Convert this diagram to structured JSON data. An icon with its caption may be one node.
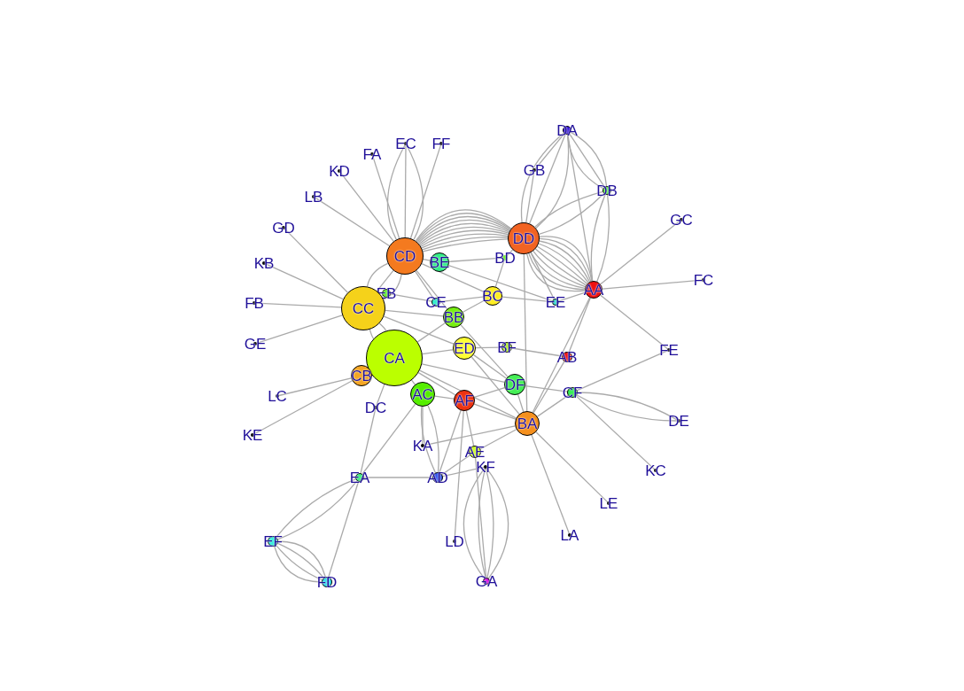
{
  "diagram": {
    "nodes": [
      {
        "text": [
          "DA"
        ]
      },
      {
        "text": [
          "EC"
        ]
      },
      {
        "text": [
          "FF"
        ]
      },
      {
        "text": [
          "FA"
        ]
      },
      {
        "text": [
          "GB"
        ]
      },
      {
        "text": [
          "KD"
        ]
      },
      {
        "text": [
          "DB"
        ]
      },
      {
        "text": [
          "LB"
        ]
      },
      {
        "text": [
          "GC"
        ]
      },
      {
        "text": [
          "GD"
        ]
      },
      {
        "text": [
          "CD"
        ]
      },
      {
        "text": [
          "DD"
        ]
      },
      {
        "text": [
          "BD"
        ]
      },
      {
        "text": [
          "BE"
        ]
      },
      {
        "text": [
          "KB"
        ]
      },
      {
        "text": [
          "AA"
        ]
      },
      {
        "text": [
          "FC"
        ]
      },
      {
        "text": [
          "EB"
        ]
      },
      {
        "text": [
          "CE"
        ]
      },
      {
        "text": [
          "EE"
        ]
      },
      {
        "text": [
          "BC"
        ]
      },
      {
        "text": [
          "FB"
        ]
      },
      {
        "text": [
          "CC"
        ]
      },
      {
        "text": [
          "BB"
        ]
      },
      {
        "text": [
          "GE"
        ]
      },
      {
        "text": [
          "ED"
        ]
      },
      {
        "text": [
          "BF"
        ]
      },
      {
        "text": [
          "FE"
        ]
      },
      {
        "text": [
          "AB"
        ]
      },
      {
        "text": [
          "CA"
        ]
      },
      {
        "text": [
          "CB"
        ]
      },
      {
        "text": [
          "DF"
        ]
      },
      {
        "text": [
          "AC"
        ]
      },
      {
        "text": [
          "CF"
        ]
      },
      {
        "text": [
          "LC"
        ]
      },
      {
        "text": [
          "AF"
        ]
      },
      {
        "text": [
          "DC"
        ]
      },
      {
        "text": [
          "DE"
        ]
      },
      {
        "text": [
          "BA"
        ]
      },
      {
        "text": [
          "KE"
        ]
      },
      {
        "text": [
          "KA"
        ]
      },
      {
        "text": [
          "AE"
        ]
      },
      {
        "text": [
          "KF"
        ]
      },
      {
        "text": [
          "KC"
        ]
      },
      {
        "text": [
          "EA"
        ]
      },
      {
        "text": [
          "AD"
        ]
      },
      {
        "text": [
          "LE"
        ]
      },
      {
        "text": [
          "LA"
        ]
      },
      {
        "text": [
          "EF"
        ]
      },
      {
        "text": [
          "LD"
        ]
      },
      {
        "text": [
          "GA"
        ]
      },
      {
        "text": [
          "FD"
        ]
      }
    ],
    "edges": [
      {
        "from": 3,
        "to": 10,
        "arrow": "none"
      },
      {
        "from": 1,
        "to": 10,
        "arrow": "none"
      },
      {
        "from": 1,
        "to": 10,
        "arrow": "none"
      },
      {
        "from": 1,
        "to": 10,
        "arrow": "none"
      },
      {
        "from": 2,
        "to": 10,
        "arrow": "none"
      },
      {
        "from": 5,
        "to": 10,
        "arrow": "none"
      },
      {
        "from": 7,
        "to": 10,
        "arrow": "none"
      },
      {
        "from": 9,
        "to": 22,
        "arrow": "none"
      },
      {
        "from": 14,
        "to": 22,
        "arrow": "none"
      },
      {
        "from": 21,
        "to": 22,
        "arrow": "none"
      },
      {
        "from": 24,
        "to": 22,
        "arrow": "none"
      },
      {
        "from": 34,
        "to": 30,
        "arrow": "none"
      },
      {
        "from": 39,
        "to": 30,
        "arrow": "none"
      },
      {
        "from": 36,
        "to": 29,
        "arrow": "none"
      },
      {
        "from": 44,
        "to": 36,
        "arrow": "none"
      },
      {
        "from": 44,
        "to": 32,
        "arrow": "none"
      },
      {
        "from": 44,
        "to": 45,
        "arrow": "none"
      },
      {
        "from": 44,
        "to": 48,
        "arrow": "none"
      },
      {
        "from": 44,
        "to": 48,
        "arrow": "none"
      },
      {
        "from": 44,
        "to": 51,
        "arrow": "none"
      },
      {
        "from": 48,
        "to": 51,
        "arrow": "none"
      },
      {
        "from": 48,
        "to": 51,
        "arrow": "none"
      },
      {
        "from": 48,
        "to": 51,
        "arrow": "none"
      },
      {
        "from": 48,
        "to": 51,
        "arrow": "none"
      },
      {
        "from": 45,
        "to": 32,
        "arrow": "none"
      },
      {
        "from": 45,
        "to": 32,
        "arrow": "none"
      },
      {
        "from": 45,
        "to": 35,
        "arrow": "none"
      },
      {
        "from": 45,
        "to": 41,
        "arrow": "none"
      },
      {
        "from": 45,
        "to": 42,
        "arrow": "none"
      },
      {
        "from": 40,
        "to": 32,
        "arrow": "none"
      },
      {
        "from": 40,
        "to": 38,
        "arrow": "none"
      },
      {
        "from": 50,
        "to": 42,
        "arrow": "none"
      },
      {
        "from": 50,
        "to": 42,
        "arrow": "none"
      },
      {
        "from": 50,
        "to": 42,
        "arrow": "none"
      },
      {
        "from": 50,
        "to": 42,
        "arrow": "none"
      },
      {
        "from": 50,
        "to": 41,
        "arrow": "none"
      },
      {
        "from": 49,
        "to": 35,
        "arrow": "none"
      },
      {
        "from": 47,
        "to": 38,
        "arrow": "none"
      },
      {
        "from": 46,
        "to": 38,
        "arrow": "none"
      },
      {
        "from": 43,
        "to": 33,
        "arrow": "none"
      },
      {
        "from": 37,
        "to": 33,
        "arrow": "none"
      },
      {
        "from": 37,
        "to": 33,
        "arrow": "none"
      },
      {
        "from": 27,
        "to": 15,
        "arrow": "none"
      },
      {
        "from": 27,
        "to": 33,
        "arrow": "none"
      },
      {
        "from": 16,
        "to": 15,
        "arrow": "none"
      },
      {
        "from": 8,
        "to": 15,
        "arrow": "none"
      },
      {
        "from": 6,
        "to": 15,
        "arrow": "none"
      },
      {
        "from": 6,
        "to": 15,
        "arrow": "none"
      },
      {
        "from": 0,
        "to": 6,
        "arrow": "none"
      },
      {
        "from": 0,
        "to": 6,
        "arrow": "none"
      },
      {
        "from": 0,
        "to": 6,
        "arrow": "none"
      },
      {
        "from": 0,
        "to": 11,
        "arrow": "none"
      },
      {
        "from": 0,
        "to": 11,
        "arrow": "none"
      },
      {
        "from": 0,
        "to": 11,
        "arrow": "none"
      },
      {
        "from": 4,
        "to": 11,
        "arrow": "none"
      },
      {
        "from": 0,
        "to": 4,
        "arrow": "none"
      },
      {
        "from": 6,
        "to": 11,
        "arrow": "none"
      },
      {
        "from": 6,
        "to": 11,
        "arrow": "none"
      },
      {
        "from": 0,
        "to": 15,
        "arrow": "none"
      },
      {
        "from": 11,
        "to": 15,
        "arrow": "none"
      },
      {
        "from": 11,
        "to": 15,
        "arrow": "none"
      },
      {
        "from": 11,
        "to": 15,
        "arrow": "none"
      },
      {
        "from": 11,
        "to": 15,
        "arrow": "none"
      },
      {
        "from": 11,
        "to": 15,
        "arrow": "none"
      },
      {
        "from": 11,
        "to": 15,
        "arrow": "none"
      },
      {
        "from": 11,
        "to": 15,
        "arrow": "none"
      },
      {
        "from": 11,
        "to": 15,
        "arrow": "none"
      },
      {
        "from": 11,
        "to": 15,
        "arrow": "none"
      },
      {
        "from": 11,
        "to": 15,
        "arrow": "none"
      },
      {
        "from": 10,
        "to": 11,
        "arrow": "none"
      },
      {
        "from": 10,
        "to": 11,
        "arrow": "none"
      },
      {
        "from": 10,
        "to": 11,
        "arrow": "none"
      },
      {
        "from": 10,
        "to": 11,
        "arrow": "none"
      },
      {
        "from": 10,
        "to": 11,
        "arrow": "none"
      },
      {
        "from": 10,
        "to": 11,
        "arrow": "none"
      },
      {
        "from": 10,
        "to": 11,
        "arrow": "none"
      },
      {
        "from": 10,
        "to": 11,
        "arrow": "none"
      },
      {
        "from": 10,
        "to": 11,
        "arrow": "none"
      },
      {
        "from": 10,
        "to": 11,
        "arrow": "none"
      },
      {
        "from": 11,
        "to": 12,
        "arrow": "none"
      },
      {
        "from": 11,
        "to": 19,
        "arrow": "none"
      },
      {
        "from": 11,
        "to": 38,
        "arrow": "none"
      },
      {
        "from": 15,
        "to": 19,
        "arrow": "none"
      },
      {
        "from": 15,
        "to": 38,
        "arrow": "none"
      },
      {
        "from": 15,
        "to": 28,
        "arrow": "none"
      },
      {
        "from": 22,
        "to": 10,
        "arrow": "none"
      },
      {
        "from": 22,
        "to": 10,
        "arrow": "none"
      },
      {
        "from": 22,
        "to": 10,
        "arrow": "none"
      },
      {
        "from": 22,
        "to": 29,
        "arrow": "none"
      },
      {
        "from": 22,
        "to": 29,
        "arrow": "none"
      },
      {
        "from": 22,
        "to": 17,
        "arrow": "none"
      },
      {
        "from": 22,
        "to": 23,
        "arrow": "none"
      },
      {
        "from": 22,
        "to": 25,
        "arrow": "none"
      },
      {
        "from": 10,
        "to": 13,
        "arrow": "none"
      },
      {
        "from": 10,
        "to": 23,
        "arrow": "none"
      },
      {
        "from": 10,
        "to": 20,
        "arrow": "none"
      },
      {
        "from": 10,
        "to": 18,
        "arrow": "none"
      },
      {
        "from": 29,
        "to": 25,
        "arrow": "none"
      },
      {
        "from": 29,
        "to": 32,
        "arrow": "none"
      },
      {
        "from": 29,
        "to": 35,
        "arrow": "none"
      },
      {
        "from": 29,
        "to": 38,
        "arrow": "none"
      },
      {
        "from": 29,
        "to": 31,
        "arrow": "none"
      },
      {
        "from": 29,
        "to": 23,
        "arrow": "none"
      },
      {
        "from": 32,
        "to": 35,
        "arrow": "none"
      },
      {
        "from": 35,
        "to": 38,
        "arrow": "none"
      },
      {
        "from": 35,
        "to": 31,
        "arrow": "none"
      },
      {
        "from": 25,
        "to": 26,
        "arrow": "none"
      },
      {
        "from": 25,
        "to": 38,
        "arrow": "none"
      },
      {
        "from": 23,
        "to": 20,
        "arrow": "none"
      },
      {
        "from": 20,
        "to": 19,
        "arrow": "none"
      },
      {
        "from": 20,
        "to": 12,
        "arrow": "none"
      },
      {
        "from": 13,
        "to": 19,
        "arrow": "none"
      },
      {
        "from": 13,
        "to": 12,
        "arrow": "none"
      },
      {
        "from": 26,
        "to": 28,
        "arrow": "none"
      },
      {
        "from": 31,
        "to": 38,
        "arrow": "none"
      },
      {
        "from": 31,
        "to": 33,
        "arrow": "none"
      },
      {
        "from": 38,
        "to": 33,
        "arrow": "none"
      },
      {
        "from": 38,
        "to": 28,
        "arrow": "none"
      },
      {
        "from": 41,
        "to": 38,
        "arrow": "none"
      },
      {
        "from": 41,
        "to": 35,
        "arrow": "none"
      },
      {
        "from": 25,
        "to": 31,
        "arrow": "none"
      },
      {
        "from": 23,
        "to": 31,
        "arrow": "none"
      },
      {
        "from": 18,
        "to": 20,
        "arrow": "none"
      },
      {
        "from": 17,
        "to": 18,
        "arrow": "none"
      }
    ]
  }
}
